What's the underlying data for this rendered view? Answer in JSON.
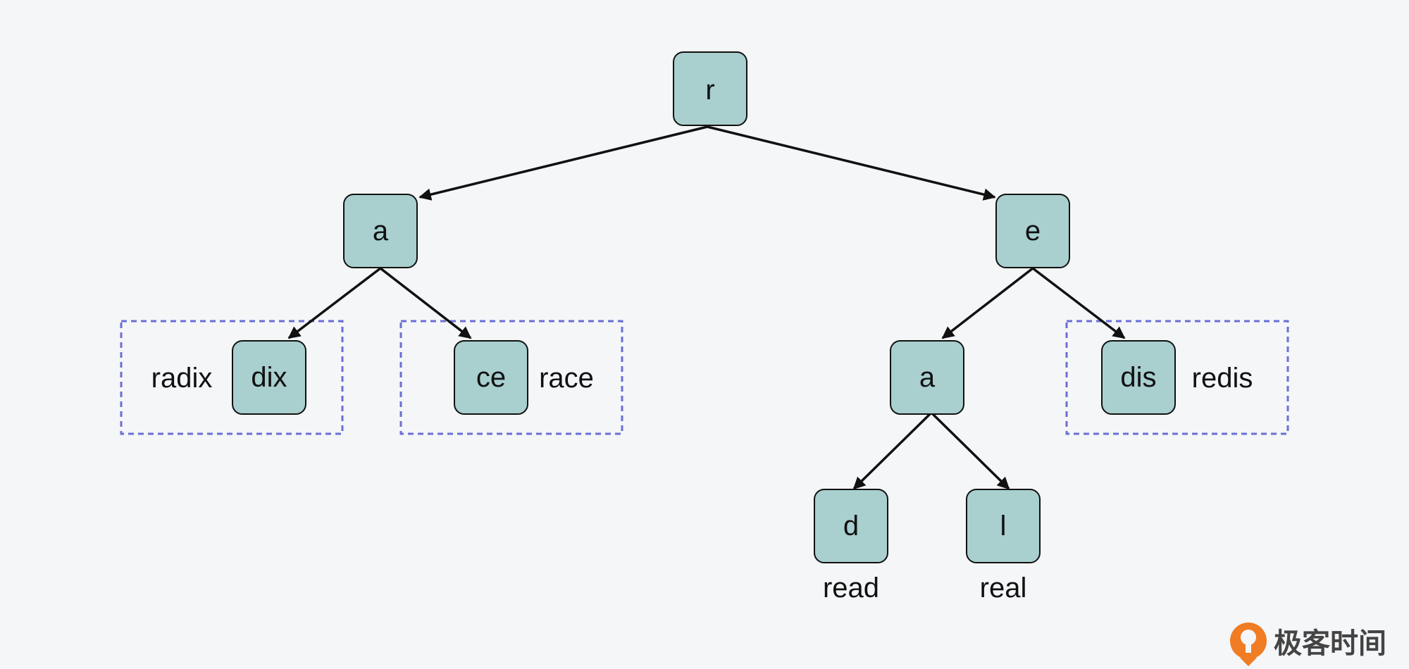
{
  "nodes": {
    "r": {
      "label": "r"
    },
    "a1": {
      "label": "a"
    },
    "e": {
      "label": "e"
    },
    "dix": {
      "label": "dix"
    },
    "ce": {
      "label": "ce"
    },
    "a2": {
      "label": "a"
    },
    "dis": {
      "label": "dis"
    },
    "d": {
      "label": "d"
    },
    "l": {
      "label": "l"
    }
  },
  "words": {
    "radix": "radix",
    "race": "race",
    "redis": "redis",
    "read": "read",
    "real": "real"
  },
  "brand": {
    "name": "极客时间",
    "logo_color": "#f07c23"
  },
  "colors": {
    "node_fill": "#a9cfcf",
    "group_border": "#6a6fd3",
    "edge": "#111111"
  }
}
